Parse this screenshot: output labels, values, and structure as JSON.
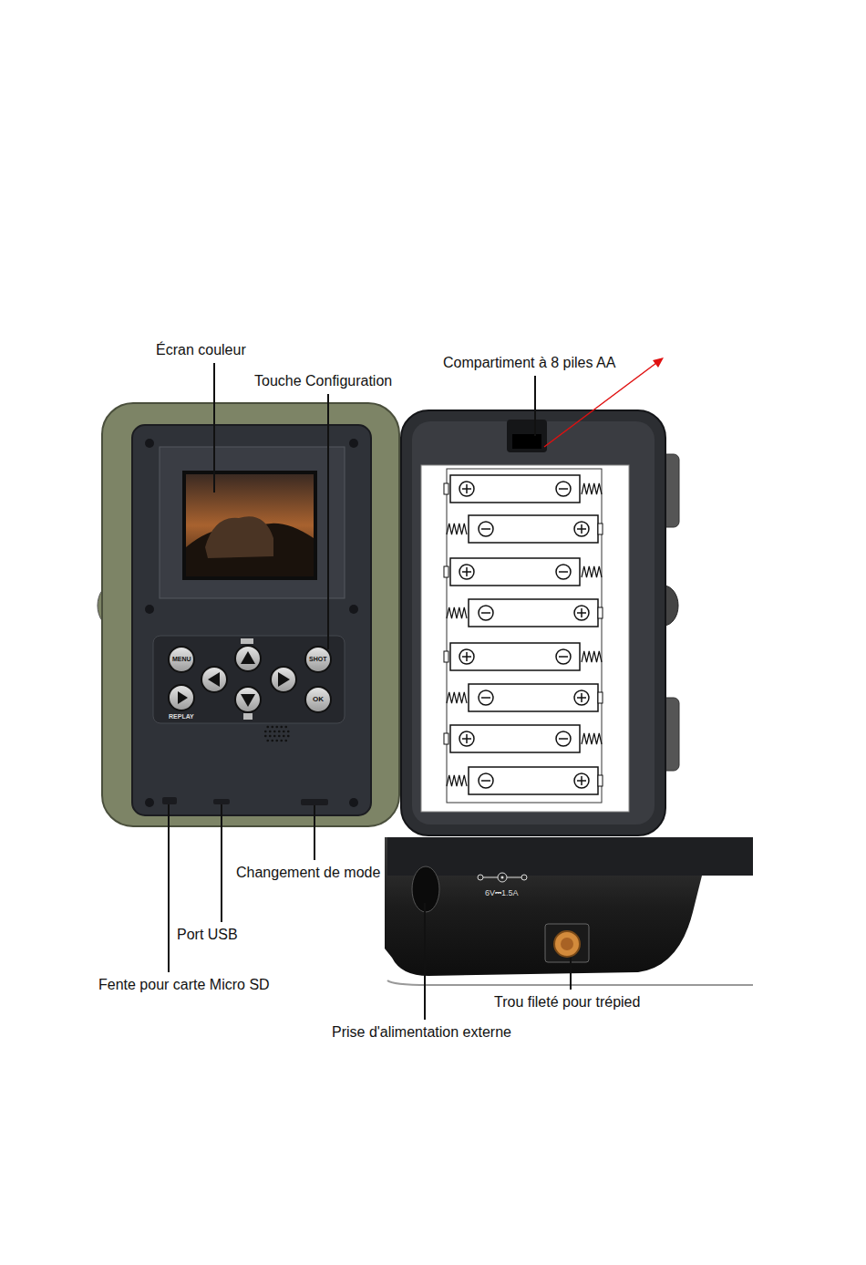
{
  "diagram": {
    "labels": [
      "Écran couleur",
      "Touche Configuration",
      "Compartiment à 8 piles AA",
      "MENU",
      "SHOT",
      "OK",
      "REPLAY",
      "Changement de mode",
      "6V⎓1.5A",
      "Port USB",
      "Fente pour carte Micro SD",
      "Trou fileté pour trépied",
      "Prise d'alimentation externe"
    ]
  }
}
